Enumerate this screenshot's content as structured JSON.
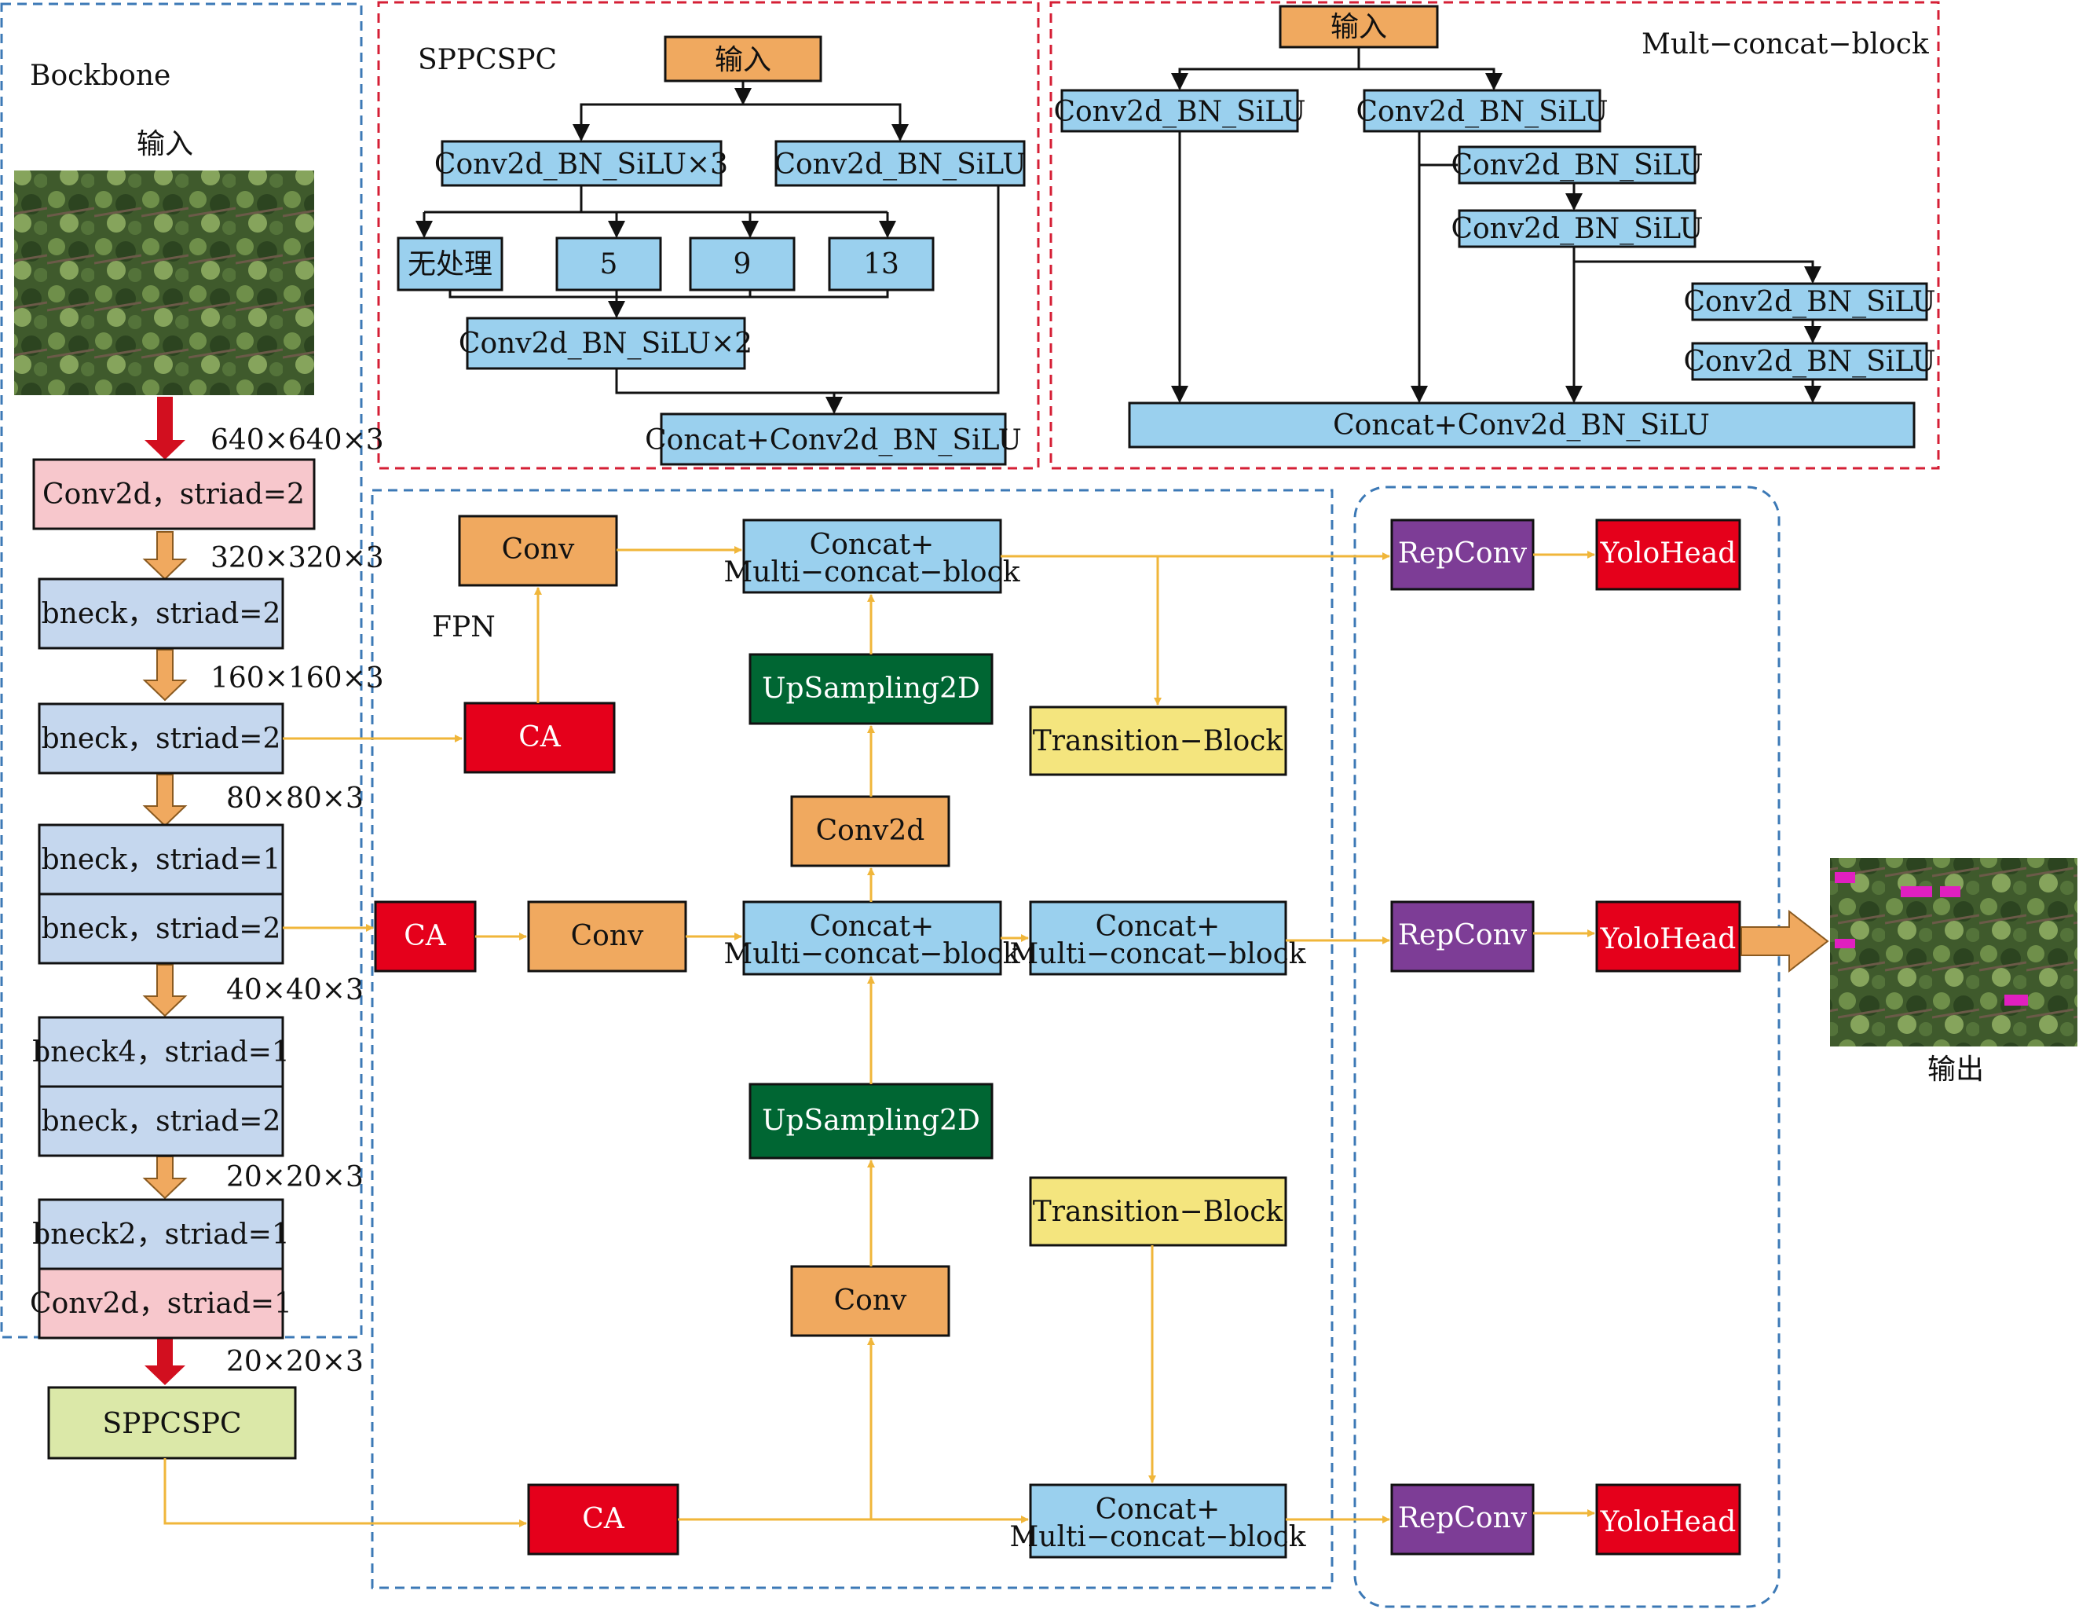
{
  "sections": {
    "backbone": "Bockbone",
    "sppcspc": "SPPCSPC",
    "mcb": "Mult−concat−block",
    "fpn": "FPN"
  },
  "backbone": {
    "input_label": "输入",
    "blocks": {
      "b1": "Conv2d，striad=2",
      "b2": "bneck，striad=2",
      "b3": "bneck，striad=2",
      "b4a": "bneck，striad=1",
      "b4b": "bneck，striad=2",
      "b5a": "bneck4，striad=1",
      "b5b": "bneck，striad=2",
      "b6a": "bneck2，striad=1",
      "b6b": "Conv2d，striad=1"
    },
    "sizes": {
      "s640": "640×640×3",
      "s320": "320×320×3",
      "s160": "160×160×3",
      "s80": "80×80×3",
      "s40": "40×40×3",
      "s20a": "20×20×3",
      "s20b": "20×20×3"
    },
    "sppcspc": "SPPCSPC"
  },
  "spp": {
    "input": "输入",
    "conv3": "Conv2d_BN_SiLU×3",
    "conv": "Conv2d_BN_SiLU",
    "none": "无处理",
    "k5": "5",
    "k9": "9",
    "k13": "13",
    "conv2": "Conv2d_BN_SiLU×2",
    "concat": "Concat+Conv2d_BN_SiLU"
  },
  "mcb": {
    "input": "输入",
    "c1": "Conv2d_BN_SiLU",
    "c2": "Conv2d_BN_SiLU",
    "c3": "Conv2d_BN_SiLU",
    "c4": "Conv2d_BN_SiLU",
    "c5": "Conv2d_BN_SiLU",
    "c6": "Conv2d_BN_SiLU",
    "concat": "Concat+Conv2d_BN_SiLU"
  },
  "fpn": {
    "conv_top": "Conv",
    "ca_top": "CA",
    "mcb_top_1": "Concat+",
    "mcb_top_2": "Multi−concat−block",
    "up1": "UpSampling2D",
    "transition1": "Transition−Block",
    "conv2d": "Conv2d",
    "ca_mid": "CA",
    "conv_mid": "Conv",
    "mcb_mid_1": "Concat+",
    "mcb_mid_2": "Multi−concat−block",
    "mcb_mid2_1": "Concat+",
    "mcb_mid2_2": "Multi−concat−block",
    "up2": "UpSampling2D",
    "transition2": "Transition−Block",
    "conv_low": "Conv",
    "ca_bot": "CA",
    "mcb_bot_1": "Concat+",
    "mcb_bot_2": "Multi−concat−block"
  },
  "head": {
    "rep1": "RepConv",
    "rep2": "RepConv",
    "rep3": "RepConv",
    "yolo1": "YoloHead",
    "yolo2": "YoloHead",
    "yolo3": "YoloHead",
    "output_label": "输出"
  },
  "colors": {
    "blue": "#9ad0ee",
    "lightblue": "#c5d7ee",
    "pink": "#f7c7cc",
    "orange": "#f0a95f",
    "red": "#e5001b",
    "darkgreen": "#006633",
    "yellow": "#f4e57e",
    "lime": "#dbe8a8",
    "purple": "#7d3d96",
    "arrow": "#f0b63a",
    "red_arrow": "#d20f1f",
    "red_dash": "#d51f35",
    "blue_dash": "#3c79b6"
  }
}
